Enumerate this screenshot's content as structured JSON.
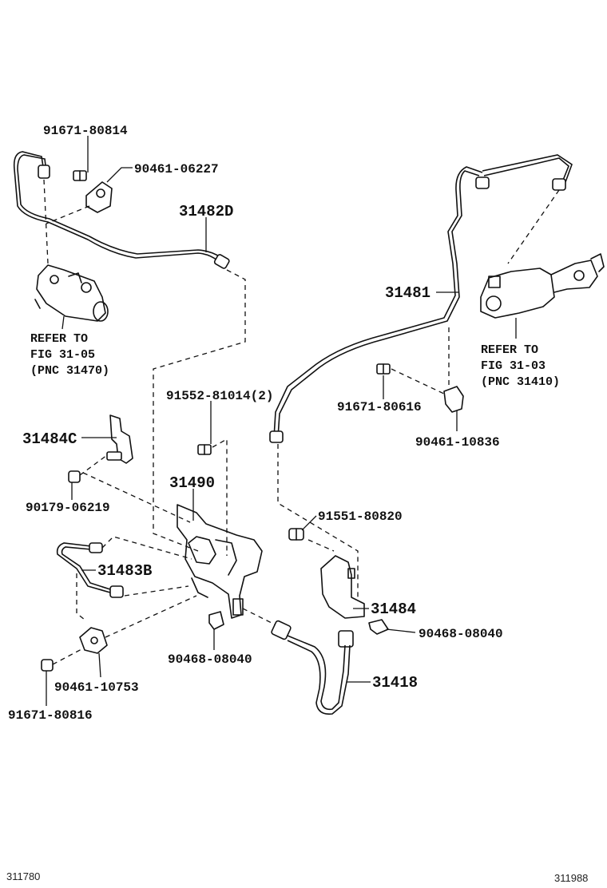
{
  "parts": {
    "p91671_80814": "91671-80814",
    "p90461_06227": "90461-06227",
    "p31482D": "31482D",
    "p31481": "31481",
    "p91552_81014": "91552-81014(2)",
    "p31484C": "31484C",
    "p31490": "31490",
    "p90179_06219": "90179-06219",
    "p31483B": "31483B",
    "p90468_08040_a": "90468-08040",
    "p90461_10753": "90461-10753",
    "p91671_80816": "91671-80816",
    "p91671_80616": "91671-80616",
    "p90461_10836": "90461-10836",
    "p91551_80820": "91551-80820",
    "p31484": "31484",
    "p90468_08040_b": "90468-08040",
    "p31418": "31418"
  },
  "notes": {
    "left": {
      "l1": "REFER TO",
      "l2": "FIG 31-05",
      "l3": "(PNC 31470)"
    },
    "right": {
      "l1": "REFER TO",
      "l2": "FIG 31-03",
      "l3": "(PNC 31410)"
    }
  },
  "footer": {
    "left": "311780",
    "right": "311988"
  }
}
